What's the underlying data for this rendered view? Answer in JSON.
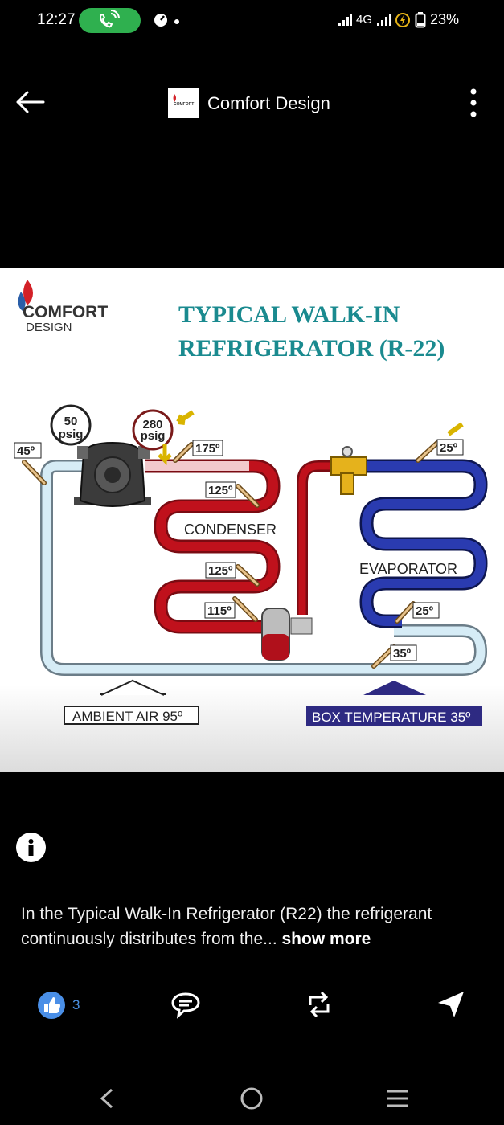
{
  "status_bar": {
    "time": "12:27",
    "network": "4G",
    "battery": "23%",
    "call_color": "#2fb04f"
  },
  "header": {
    "title": "Comfort Design",
    "logo_text": "COMFORT",
    "icons": [
      "back-arrow-icon",
      "more-vertical-icon"
    ]
  },
  "post_image": {
    "brand_line1": "COMFORT",
    "brand_line2": "DESIGN",
    "title_line1": "TYPICAL WALK-IN",
    "title_line2": "REFRIGERATOR (R-22)",
    "gauge_low_value": "50",
    "gauge_low_unit": "psig",
    "gauge_high_value": "280",
    "gauge_high_unit": "psig",
    "temp_suction": "45º",
    "temp_discharge": "175º",
    "temp_cond_1": "125º",
    "condenser_label": "CONDENSER",
    "temp_cond_2": "125º",
    "temp_liquid": "115º",
    "temp_evap_in": "25º",
    "evaporator_label": "EVAPORATOR",
    "temp_evap_mid": "25º",
    "temp_evap_out": "35º",
    "ambient_label": "AMBIENT AIR 95º",
    "box_label": "BOX TEMPERATURE 35º",
    "colors": {
      "title": "#1a8a8f",
      "hot_pipe": "#c0111c",
      "cold_pipe": "#1b2a8f",
      "suction_pipe": "#d6ecf6",
      "brand_flame": "#d32027",
      "box_fill": "#2e2a82"
    }
  },
  "caption": {
    "text": "In the Typical Walk-In Refrigerator (R22) the refrigerant continuously distributes from the...",
    "show_more": "show more"
  },
  "actions": {
    "like_count": "3",
    "icons": [
      "thumbs-up-icon",
      "comment-icon",
      "remix-icon",
      "share-icon"
    ]
  },
  "nav": {
    "icons": [
      "nav-back-icon",
      "nav-home-icon",
      "nav-recents-icon"
    ]
  }
}
